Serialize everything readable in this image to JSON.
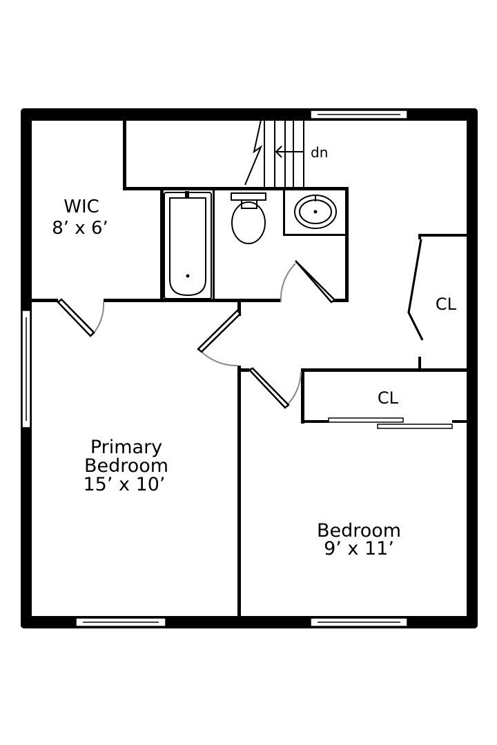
{
  "rooms": {
    "wic": {
      "name": "WIC",
      "dims": "8’ x 6’"
    },
    "primary": {
      "name_line1": "Primary",
      "name_line2": "Bedroom",
      "dims": "15’ x 10’"
    },
    "bedroom": {
      "name": "Bedroom",
      "dims": "9’ x 11’"
    },
    "closet_upper": {
      "name": "CL"
    },
    "closet_lower": {
      "name": "CL"
    }
  },
  "stairs": {
    "label": "dn"
  }
}
